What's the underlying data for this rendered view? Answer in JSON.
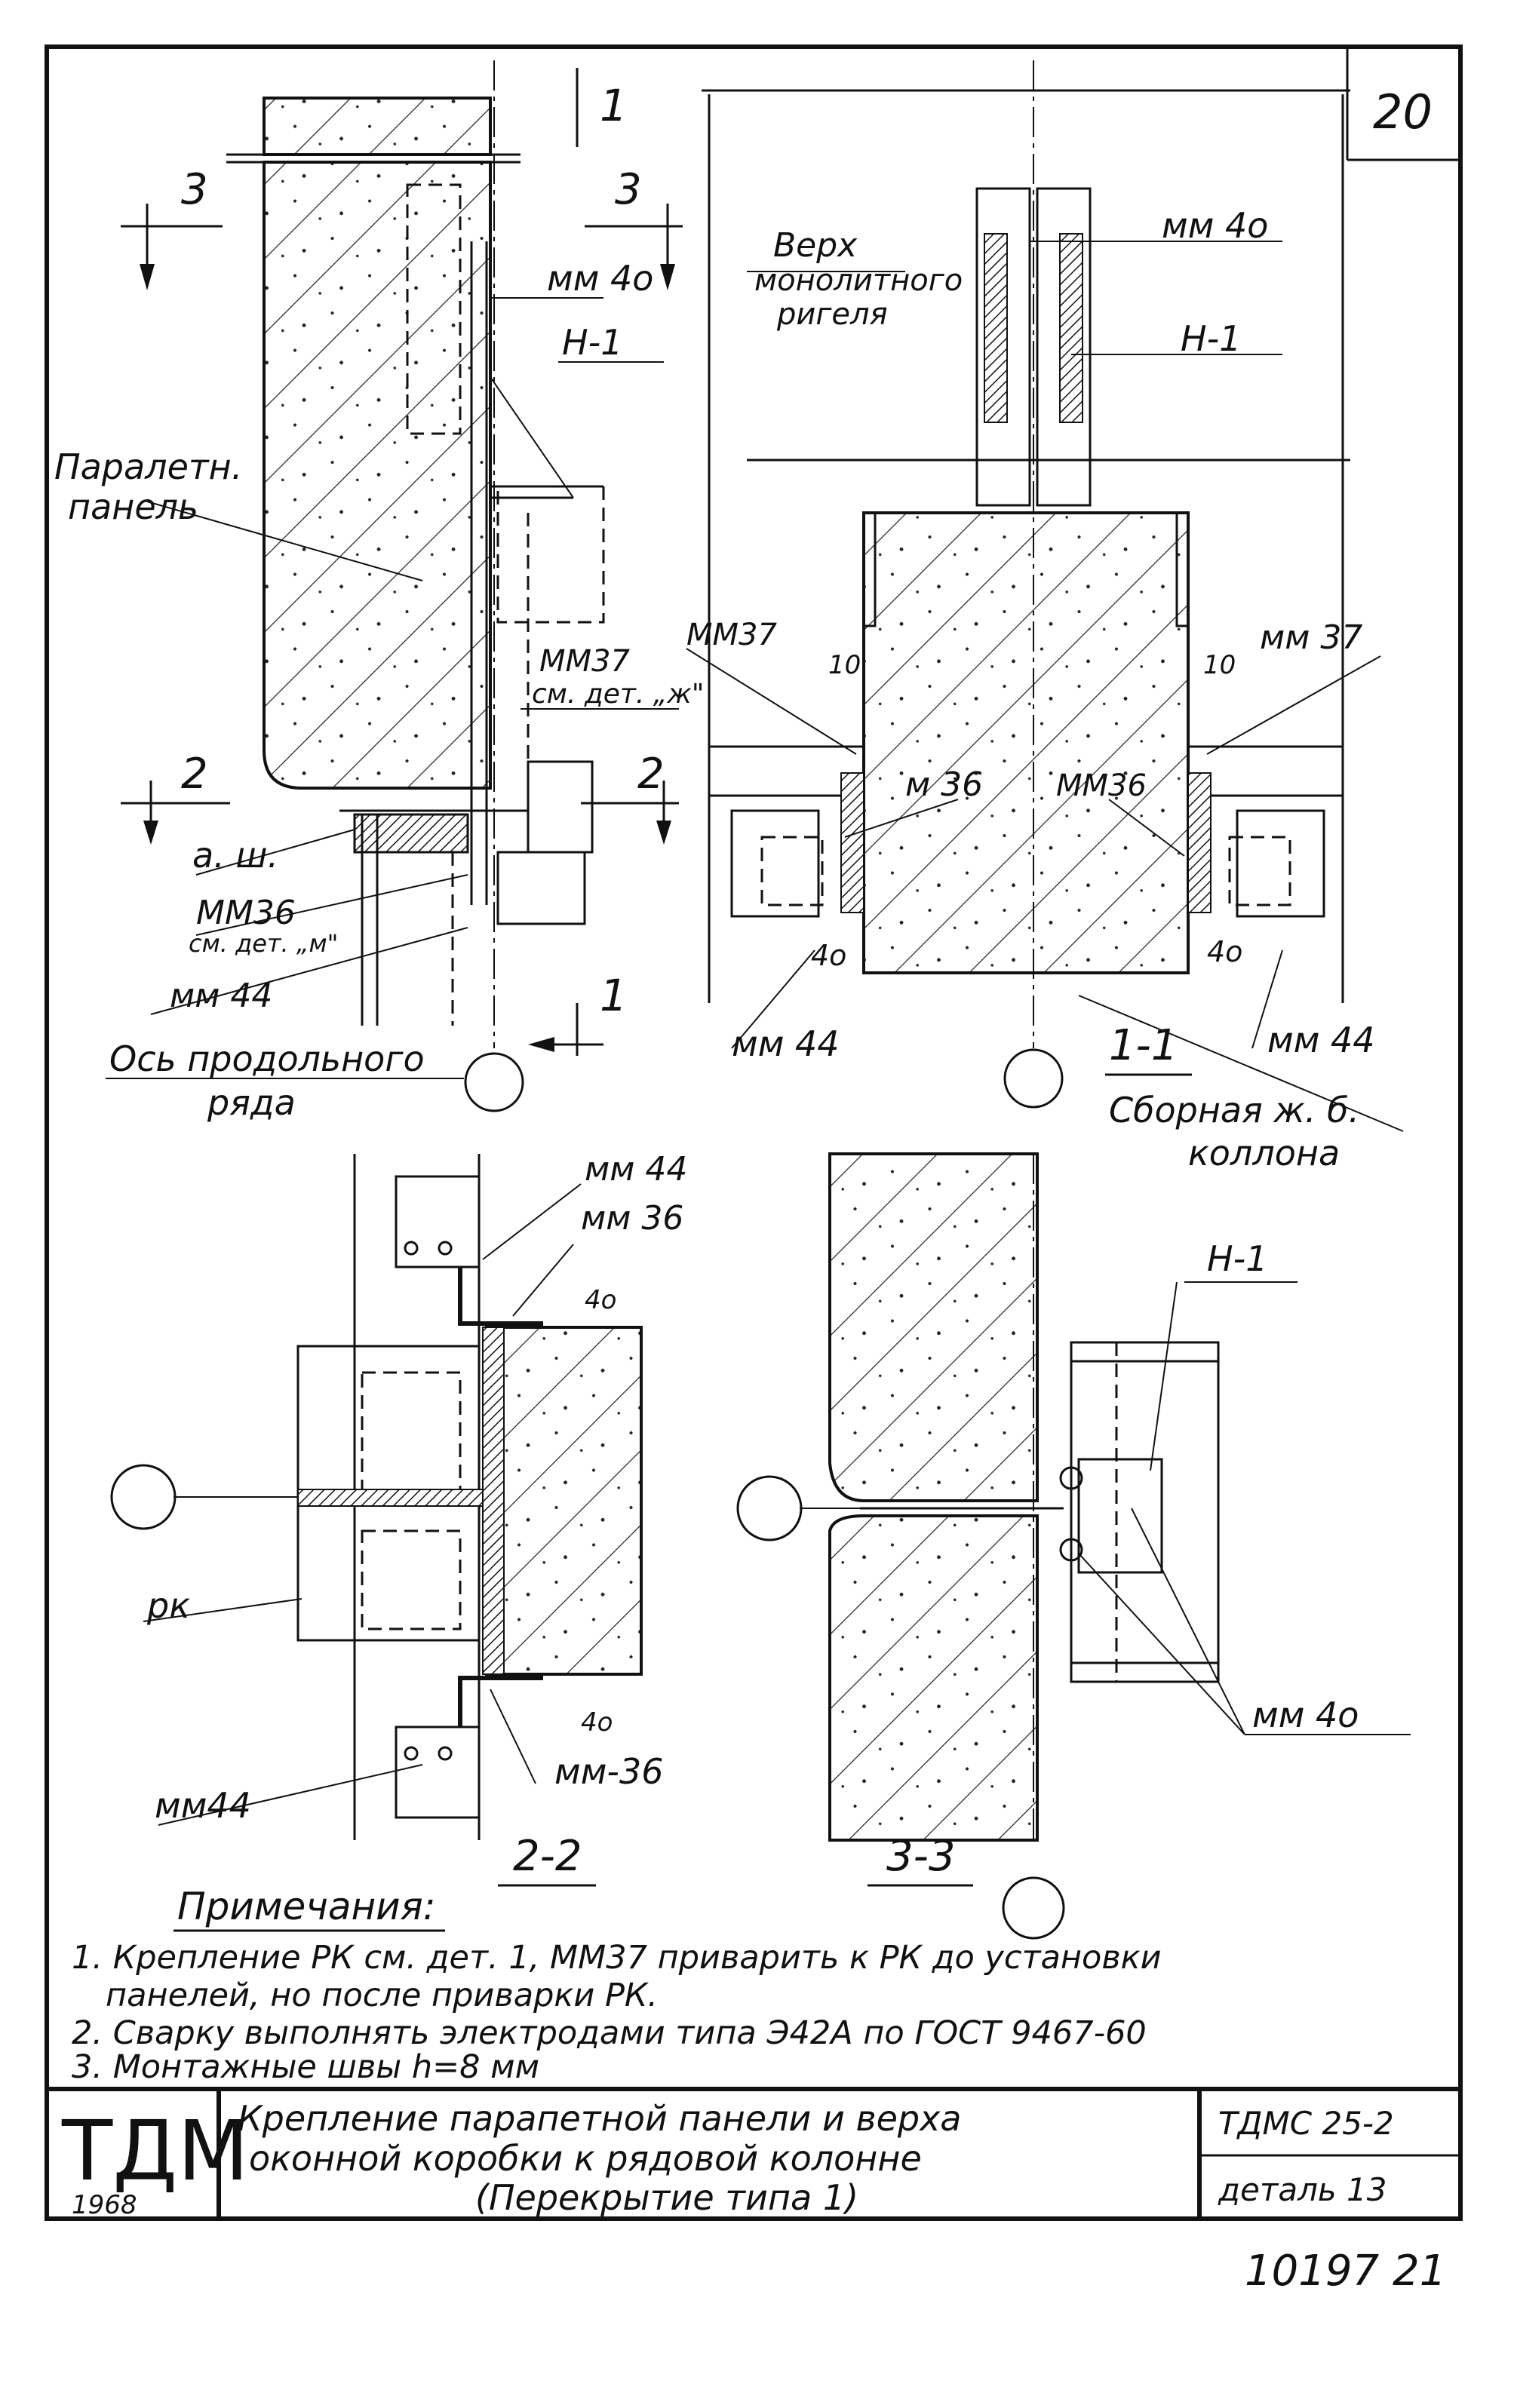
{
  "sheet_number": "20",
  "section_marks": {
    "s1": "1",
    "s2": "2",
    "s3": "3"
  },
  "view_titles": {
    "v11": "1-1",
    "v22": "2-2",
    "v33": "3-3"
  },
  "labels": {
    "mm40a": "мм 4о",
    "mm40": "мм 4о",
    "n1": "Н-1",
    "verh": "Верх",
    "monolith": "монолитного",
    "rigel": "ригеля",
    "parapet1": "Паралетн.",
    "parapet2": "панель",
    "mm37_left": "ММ37",
    "see_det_zh": "см. дет. „ж\"",
    "mm37_sec": "ММ37",
    "mm37_right": "мм 37",
    "ten_left": "10",
    "ten_right": "10",
    "m36": "м 36",
    "mm36_sec": "ММ36",
    "aw": "а. ш.",
    "mm36_left": "ММ36",
    "see_det_m": "см. дет. „м\"",
    "mm44_left": "мм 44",
    "mm44_sec_left": "мм 44",
    "mm44_sec_right": "мм 44",
    "forty_left": "4о",
    "forty_right": "4о",
    "axis1": "Ось продольного",
    "axis2": "ряда",
    "col1": "Сборная ж. б.",
    "col2": "коллона",
    "mm44_22_top": "мм 44",
    "mm36_22_top": "мм 36",
    "forty_22_top": "4о",
    "rk": "рк",
    "forty_22_bot": "4о",
    "mm36_22_bot": "мм-36",
    "mm44_22_bot": "мм44",
    "n1_33": "Н-1",
    "mm40_33": "мм 4о"
  },
  "notes": {
    "title": "Примечания:",
    "line1": "1. Крепление РК см. дет. 1, ММ37 приварить к РК до установки",
    "line1b": "панелей, но после приварки РК.",
    "line2": "2. Сварку выполнять электродами типа Э42А по ГОСТ 9467-60",
    "line3": "3. Монтажные швы h=8 мм"
  },
  "title_block": {
    "logo": "ТДМ",
    "year": "1968",
    "title1": "Крепление парапетной панели и верха",
    "title2": "оконной коробки к рядовой колонне",
    "title3": "(Перекрытие типа 1)",
    "code": "ТДМС 25-2",
    "detail": "деталь 13"
  },
  "archive_number": "10197 21"
}
